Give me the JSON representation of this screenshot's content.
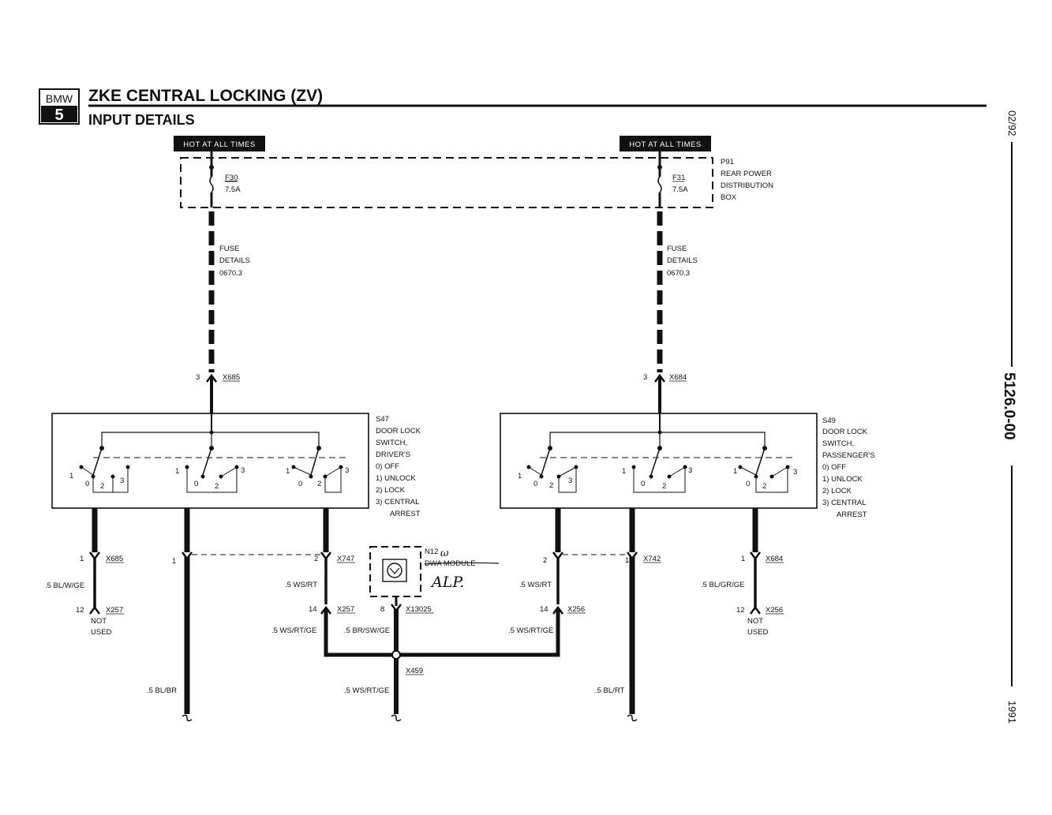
{
  "header": {
    "brand_top": "BMW",
    "brand_bottom": "5",
    "title": "ZKE CENTRAL LOCKING (ZV)",
    "subtitle": "INPUT DETAILS"
  },
  "margin": {
    "date": "02/92",
    "doc_number": "5126.0-00",
    "year": "1991"
  },
  "power": {
    "hot_label": "HOT AT ALL TIMES",
    "fuse_left_id": "F30",
    "fuse_left_rating": "7.5A",
    "fuse_right_id": "F31",
    "fuse_right_rating": "7.5A",
    "box": [
      "P91",
      "REAR POWER",
      "DISTRIBUTION",
      "BOX"
    ],
    "fuse_details": [
      "FUSE",
      "DETAILS",
      "0670.3"
    ]
  },
  "connectors": {
    "x685_pin": "3",
    "x685": "X685",
    "x684_pin": "3",
    "x684": "X684",
    "bl_x685_pin": "1",
    "bl_x685": "X685",
    "bl_x257_pin": "12",
    "bl_x257": "X257",
    "mid_left_pin": "1",
    "x747_pin": "2",
    "x747": "X747",
    "x257b_pin": "14",
    "x257b": "X257",
    "x13025_pin": "8",
    "x13025": "X13025",
    "x459": "X459",
    "mid_right_pin": "2",
    "x742_pin": "1",
    "x742": "X742",
    "x256_pin": "14",
    "x256": "X256",
    "br_x684_pin": "1",
    "br_x684": "X684",
    "br_x256_pin": "12",
    "br_x256": "X256"
  },
  "switches": {
    "left": [
      "S47",
      "DOOR LOCK",
      "SWITCH,",
      "DRIVER'S"
    ],
    "right": [
      "S49",
      "DOOR LOCK",
      "SWITCH,",
      "PASSENGER'S"
    ],
    "positions": [
      "0)  OFF",
      "1)  UNLOCK",
      "2)  LOCK",
      "3)  CENTRAL",
      "ARREST"
    ],
    "pos0": "0",
    "pos1": "1",
    "pos2": "2",
    "pos3": "3"
  },
  "wires": {
    "w_bl_w_ge": ".5 BL/W/GE",
    "w_ws_rt_left": ".5 WS/RT",
    "w_ws_rt_ge_left": ".5 WS/RT/GE",
    "w_br_sw_ge": ".5 BR/SW/GE",
    "w_ws_rt_right": ".5 WS/RT",
    "w_ws_rt_ge_right": ".5 WS/RT/GE",
    "w_bl_gr_ge": ".5 BL/GR/GE",
    "w_bl_br": ".5 BL/BR",
    "w_ws_rt_ge_bottom": ".5 WS/RT/GE",
    "w_bl_rt": ".5 BL/RT",
    "not_used": [
      "NOT",
      "USED"
    ]
  },
  "module": {
    "id": "N12",
    "name": "DWA MODULE",
    "handwritten_1": "ω",
    "handwritten_2": "ALP."
  }
}
